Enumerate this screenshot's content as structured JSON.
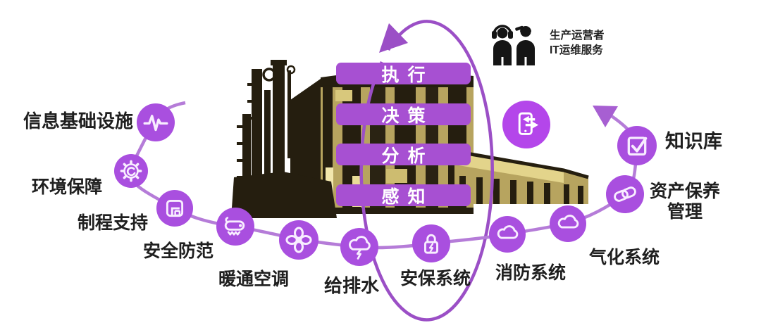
{
  "operators": {
    "line1": "生产运营者",
    "line2": "IT运维服务"
  },
  "layers": {
    "items": [
      {
        "label": "执行"
      },
      {
        "label": "决策"
      },
      {
        "label": "分析"
      },
      {
        "label": "感知"
      }
    ]
  },
  "nodes": [
    {
      "id": "info-infrastructure",
      "icon": "pulse-icon",
      "label": "信息基础设施"
    },
    {
      "id": "environment-support",
      "icon": "gear-icon",
      "label": "环境保障"
    },
    {
      "id": "process-support",
      "icon": "documents-icon",
      "label": "制程支持"
    },
    {
      "id": "safety-precaution",
      "icon": "cctv-camera-icon",
      "label": "安全防范"
    },
    {
      "id": "hvac",
      "icon": "fan-icon",
      "label": "暖通空调"
    },
    {
      "id": "water-supply-drainage",
      "icon": "storm-cloud-icon",
      "label": "给排水"
    },
    {
      "id": "security-system",
      "icon": "lock-lightning-icon",
      "label": "安保系统"
    },
    {
      "id": "fire-protection-system",
      "icon": "cloud-icon",
      "label": "消防系统"
    },
    {
      "id": "gasification-system",
      "icon": "cloud-icon",
      "label": "气化系统"
    },
    {
      "id": "asset-maintenance",
      "icon": "chain-links-icon",
      "label": "资产保养",
      "label2": "管理"
    },
    {
      "id": "knowledge-base",
      "icon": "checkbox-icon",
      "label": "知识库"
    }
  ],
  "hub": {
    "icon": "mobile-transfer-icon"
  },
  "colors": {
    "bar_purple": "#a750d2",
    "node_purple": "#a94fdf",
    "hub_purple": "#b446ea",
    "chain_purple": "#b57cd8",
    "ellipse_purple": "#9b4fc6",
    "text_dark": "#1f1f1f",
    "factory_dark": "#251e0f",
    "factory_khaki": "#b7a45f",
    "factory_light": "#e3d48b"
  }
}
